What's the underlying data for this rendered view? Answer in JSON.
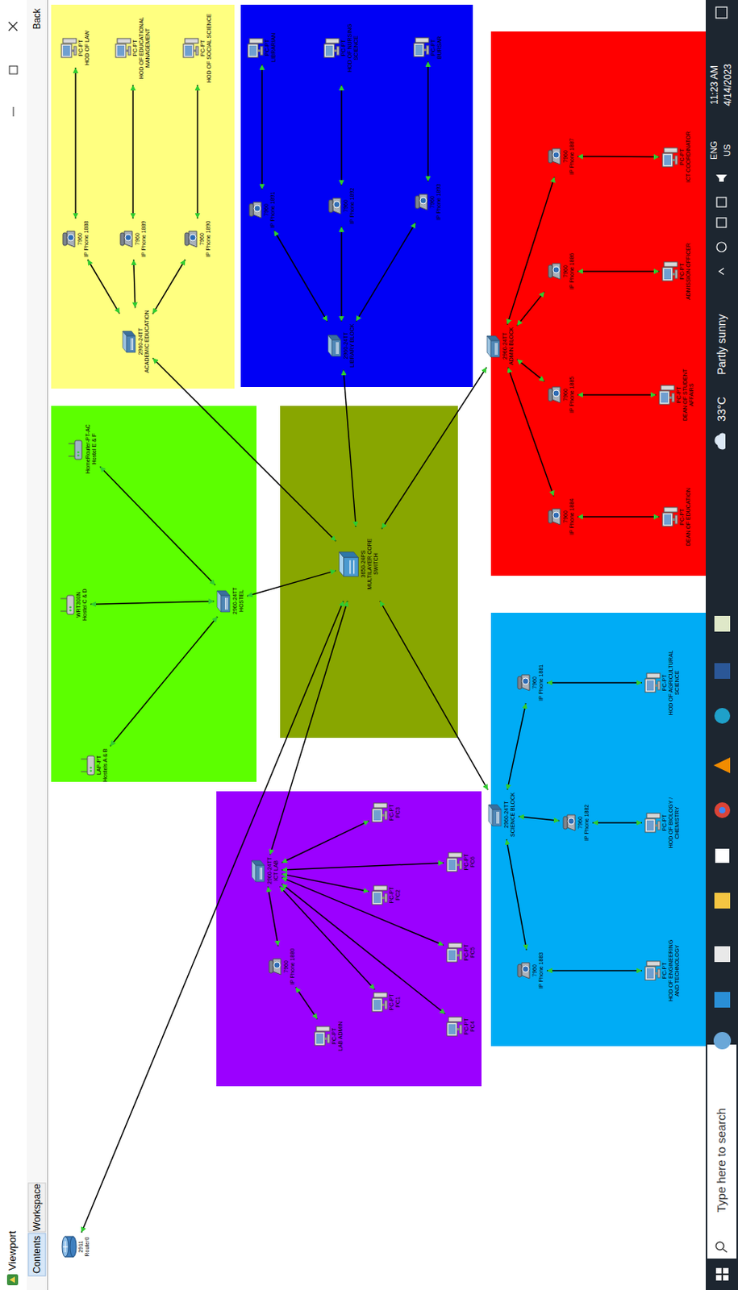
{
  "diagram": {
    "nodes": [
      {
        "text": [
          "2911",
          "Router0"
        ]
      },
      {
        "text": [
          "3650-24PS",
          "MULTILAYER CORE SWITCH"
        ]
      },
      {
        "text": [
          "2960-24TT",
          "ACADEMIC EDUCATION"
        ]
      },
      {
        "text": [
          "7960",
          "IP Phone 1888"
        ]
      },
      {
        "text": [
          "7960",
          "IP Phone 1889"
        ]
      },
      {
        "text": [
          "7960",
          "IP Phone 1890"
        ]
      },
      {
        "text": [
          "PC-PT",
          "HOD OF LAW"
        ]
      },
      {
        "text": [
          "PC-PT",
          "HOD OF EDUCATIONAL MANAGEMENT"
        ]
      },
      {
        "text": [
          "PC-PT",
          "HOD OF SOCIAL SCIENCE"
        ]
      },
      {
        "text": [
          "2960-24TT",
          "LIBRARY BLOCK"
        ]
      },
      {
        "text": [
          "7960",
          "IP Phone 1891"
        ]
      },
      {
        "text": [
          "7960",
          "IP Phone 1892"
        ]
      },
      {
        "text": [
          "7960",
          "IP Phone 1893"
        ]
      },
      {
        "text": [
          "PC-PT",
          "LIBRARIAN"
        ]
      },
      {
        "text": [
          "PC-PT",
          "HOD OF NURSING SCIENCE"
        ]
      },
      {
        "text": [
          "PC-PT",
          "BURSAR"
        ]
      },
      {
        "text": [
          "2960-24TT",
          "ADMIN BLOCK"
        ]
      },
      {
        "text": [
          "7960",
          "IP Phone 1884"
        ]
      },
      {
        "text": [
          "7960",
          "IP Phone 1885"
        ]
      },
      {
        "text": [
          "7960",
          "IP Phone 1886"
        ]
      },
      {
        "text": [
          "7960",
          "IP Phone 1887"
        ]
      },
      {
        "text": [
          "PC-PT",
          "DEAN OF EDUCATION"
        ]
      },
      {
        "text": [
          "PC-PT",
          "DEAN OF STUDENT AFFAIRS"
        ]
      },
      {
        "text": [
          "PC-PT",
          "ADMISSION OFFICER"
        ]
      },
      {
        "text": [
          "PC-PT",
          "ICT COORDINATOR"
        ]
      },
      {
        "text": [
          "2960-24TT",
          "HOSTEL"
        ]
      },
      {
        "text": [
          "HomeRouter-PT-AC",
          "Hostel E & F"
        ]
      },
      {
        "text": [
          "WRT300N",
          "Hostel C & D"
        ]
      },
      {
        "text": [
          "LAP-PT",
          "Hostels A & B"
        ]
      },
      {
        "text": [
          "2960-24TT",
          "SCIENCE BLOCK"
        ]
      },
      {
        "text": [
          "7960",
          "IP Phone 1881"
        ]
      },
      {
        "text": [
          "7960",
          "IP Phone 1882"
        ]
      },
      {
        "text": [
          "7960",
          "IP Phone 1883"
        ]
      },
      {
        "text": [
          "PC-PT",
          "HOD OF AGRICULTURAL SCIENCE"
        ]
      },
      {
        "text": [
          "PC-PT",
          "HOD OF BIOLOGY / CHEMISTRY"
        ]
      },
      {
        "text": [
          "PC-PT",
          "HOD OF ENGINEERING AND TECHNOLOGY"
        ]
      },
      {
        "text": [
          "2960-24TT",
          "ICT LAB"
        ]
      },
      {
        "text": [
          "7960",
          "IP Phone 1880"
        ]
      },
      {
        "text": [
          "PC-PT",
          "LAB ADMIN"
        ]
      },
      {
        "text": [
          "PC-PT",
          "PC1"
        ]
      },
      {
        "text": [
          "PC-PT",
          "PC2"
        ]
      },
      {
        "text": [
          "PC-PT",
          "PC3"
        ]
      },
      {
        "text": [
          "PC-PT",
          "PC4"
        ]
      },
      {
        "text": [
          "PC-PT",
          "PC5"
        ]
      },
      {
        "text": [
          "PC-PT",
          "PC6"
        ]
      }
    ],
    "edges": [
      {
        "from": 1,
        "to": 0,
        "arrow": "both"
      },
      {
        "from": 1,
        "to": 2,
        "arrow": "both"
      },
      {
        "from": 1,
        "to": 9,
        "arrow": "both"
      },
      {
        "from": 1,
        "to": 16,
        "arrow": "both"
      },
      {
        "from": 1,
        "to": 25,
        "arrow": "both"
      },
      {
        "from": 1,
        "to": 29,
        "arrow": "both"
      },
      {
        "from": 1,
        "to": 36,
        "arrow": "both"
      },
      {
        "from": 2,
        "to": 3,
        "arrow": "both"
      },
      {
        "from": 2,
        "to": 4,
        "arrow": "both"
      },
      {
        "from": 2,
        "to": 5,
        "arrow": "both"
      },
      {
        "from": 3,
        "to": 6,
        "arrow": "both"
      },
      {
        "from": 4,
        "to": 7,
        "arrow": "both"
      },
      {
        "from": 5,
        "to": 8,
        "arrow": "both"
      },
      {
        "from": 9,
        "to": 10,
        "arrow": "both"
      },
      {
        "from": 9,
        "to": 11,
        "arrow": "both"
      },
      {
        "from": 9,
        "to": 12,
        "arrow": "both"
      },
      {
        "from": 10,
        "to": 13,
        "arrow": "both"
      },
      {
        "from": 11,
        "to": 14,
        "arrow": "both"
      },
      {
        "from": 12,
        "to": 15,
        "arrow": "both"
      },
      {
        "from": 16,
        "to": 17,
        "arrow": "both"
      },
      {
        "from": 16,
        "to": 18,
        "arrow": "both"
      },
      {
        "from": 16,
        "to": 19,
        "arrow": "both"
      },
      {
        "from": 16,
        "to": 20,
        "arrow": "both"
      },
      {
        "from": 17,
        "to": 21,
        "arrow": "both"
      },
      {
        "from": 18,
        "to": 22,
        "arrow": "both"
      },
      {
        "from": 19,
        "to": 23,
        "arrow": "both"
      },
      {
        "from": 20,
        "to": 24,
        "arrow": "both"
      },
      {
        "from": 25,
        "to": 26,
        "arrow": "both"
      },
      {
        "from": 25,
        "to": 27,
        "arrow": "both"
      },
      {
        "from": 25,
        "to": 28,
        "arrow": "both"
      },
      {
        "from": 29,
        "to": 30,
        "arrow": "both"
      },
      {
        "from": 29,
        "to": 31,
        "arrow": "both"
      },
      {
        "from": 29,
        "to": 32,
        "arrow": "both"
      },
      {
        "from": 30,
        "to": 33,
        "arrow": "both"
      },
      {
        "from": 31,
        "to": 34,
        "arrow": "both"
      },
      {
        "from": 32,
        "to": 35,
        "arrow": "both"
      },
      {
        "from": 36,
        "to": 37,
        "arrow": "both"
      },
      {
        "from": 37,
        "to": 38,
        "arrow": "both"
      },
      {
        "from": 36,
        "to": 39,
        "arrow": "both"
      },
      {
        "from": 36,
        "to": 40,
        "arrow": "both"
      },
      {
        "from": 36,
        "to": 41,
        "arrow": "both"
      },
      {
        "from": 36,
        "to": 42,
        "arrow": "both"
      },
      {
        "from": 36,
        "to": 43,
        "arrow": "both"
      },
      {
        "from": 36,
        "to": 44,
        "arrow": "both"
      }
    ],
    "labels": [
      "Viewport",
      "Contents",
      "Workspace",
      "Back",
      "Type here to search",
      "33°C",
      "Partly sunny",
      "ENG",
      "US",
      "11:23 AM",
      "4/14/2023"
    ]
  }
}
